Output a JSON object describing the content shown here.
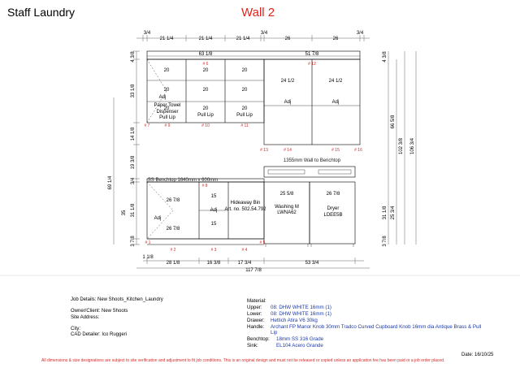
{
  "header": {
    "title": "Staff Laundry",
    "wall": "Wall 2"
  },
  "drawing": {
    "top_dims": [
      "3/4",
      "21 1/4",
      "21 1/4",
      "21 1/4",
      "3/4",
      "26",
      "26",
      "3/4"
    ],
    "upper_run_dims": [
      "63 1/8",
      "51 7/8"
    ],
    "upper_cells": [
      "20",
      "20",
      "20",
      "20",
      "20",
      "20",
      "20",
      "20",
      "20",
      "24 1/2",
      "24 1/2"
    ],
    "upper_notes": {
      "adj_left": "Adj",
      "paper_towel": [
        "Paper Towel",
        "Dispenser",
        "Pull Lip"
      ],
      "pull_lip": "Pull Lip",
      "adj_right1": "Adj",
      "adj_right2": "Adj"
    },
    "tags": [
      "# 6",
      "# 7",
      "# 9",
      "# 10",
      "# 11",
      "# 12",
      "# 13",
      "# 14",
      "# 15",
      "# 16",
      "# 1",
      "# 2",
      "# 3",
      "# 4",
      "# 5",
      "# 8"
    ],
    "left_dims": [
      "4 3/8",
      "33 1/8",
      "14 1/8",
      "19 3/8",
      "3/4",
      "31 1/8",
      "35",
      "3 7/8",
      "69 1/4"
    ],
    "right_dims": [
      "4 3/8",
      "66 5/8",
      "102 3/8",
      "106 3/4",
      "31 1/8",
      "25 3/4",
      "3 7/8"
    ],
    "wall_note": "1355mm Wall to Benchtop",
    "benchtop_note": "SS Benchtop 1640mm x 600mm",
    "lower_cells": {
      "c1_top": "26 7/8",
      "c1_adj": "Adj",
      "c1_bot": "26 7/8",
      "c2_top": "15",
      "c2_adj": "Adj",
      "c2_bot": "15",
      "hideaway": [
        "Hideaway Bin",
        "Art. no. 502.54.792"
      ],
      "washer_dim": "25 5/8",
      "washer": [
        "Washing M",
        "LWNA62"
      ],
      "dryer_dim": "26 7/8",
      "dryer": [
        "Dryer",
        "LDEE5B"
      ]
    },
    "bottom_dims": [
      "1 1/8",
      "28 1/8",
      "16 3/8",
      "17 3/4",
      "53 3/4",
      "117 7/8"
    ]
  },
  "job": {
    "details": "Job Details: New Shoots_Kitchen_Laundry",
    "owner": "Owner/Client: New Shoots",
    "site": "Site Address:",
    "city": "City:",
    "detailer": "CAD Detailer: Ico Ruggeri"
  },
  "material": {
    "heading": "Material:",
    "rows": [
      {
        "label": "Upper:",
        "value": "08: DHW WHITE 16mm (1)"
      },
      {
        "label": "Lower:",
        "value": "08: DHW WHITE 16mm (1)"
      },
      {
        "label": "Drawer:",
        "value": "Hettich Atira V6 30kg"
      },
      {
        "label": "Handle:",
        "value": "Archant FP Manor Knob 30mm Tradco Curved Cupboard Knob 16mm dia Antique Brass & Pull",
        "value2": "Lip"
      },
      {
        "label": "Benchtop:",
        "value": "18mm SS 316 Grade"
      },
      {
        "label": "Sink:",
        "value": "EL104 Acero Grande"
      }
    ]
  },
  "footer": {
    "date": "Date: 16/10/25",
    "disclaimer": "All dimensions & size designations are subject to site verification and adjustment to fit job conditions. This is an original design and must not be released or copied unless an application fee has been paid or a job order placed."
  },
  "colors": {
    "ink": "#000000",
    "tag_red": "#d42a2a",
    "title_red": "#e0241b",
    "material_blue": "#1d3aa8",
    "box_fill": "#f2f2f2"
  }
}
